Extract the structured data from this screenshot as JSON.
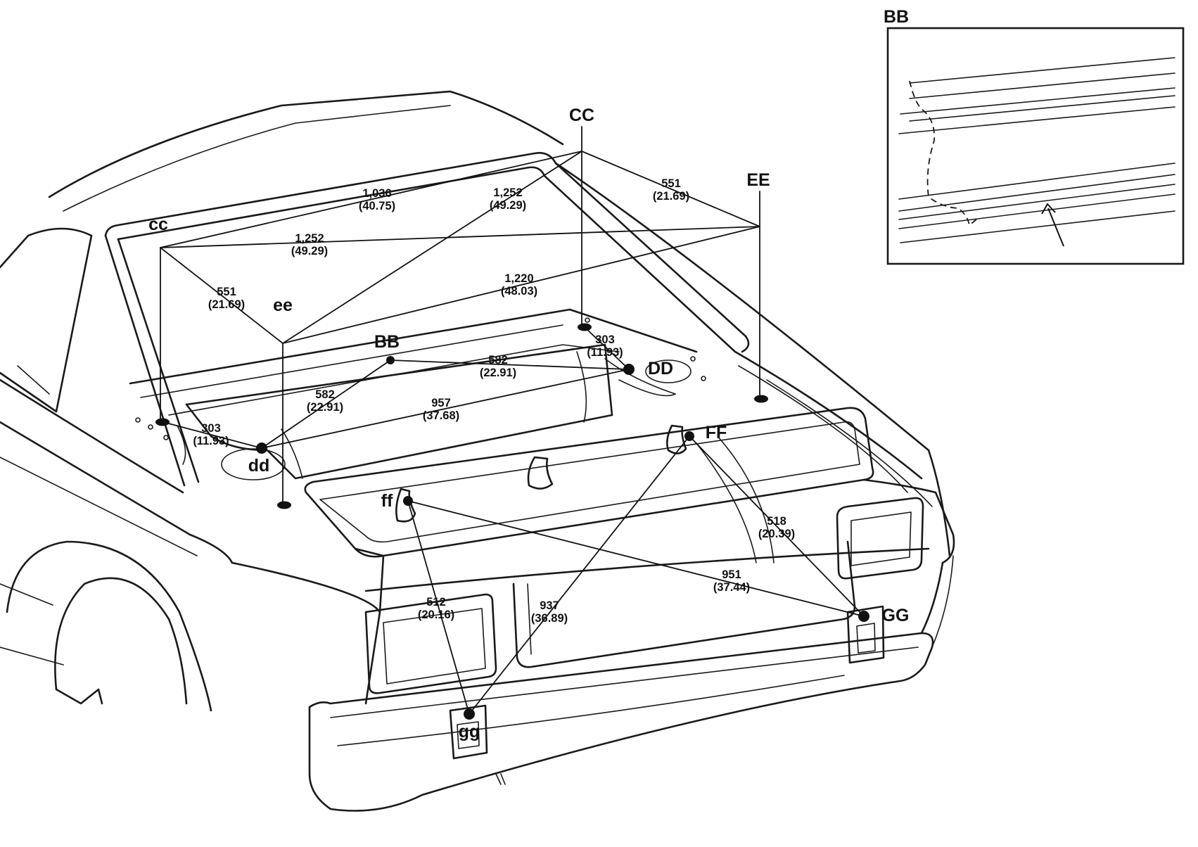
{
  "point_labels": {
    "CC": "CC",
    "cc": "cc",
    "EE": "EE",
    "ee": "ee",
    "BB": "BB",
    "DD": "DD",
    "dd": "dd",
    "FF": "FF",
    "ff": "ff",
    "GG": "GG",
    "gg": "gg"
  },
  "dimensions": [
    {
      "id": "cc-CC",
      "mm": "1,036",
      "in": "(40.75)"
    },
    {
      "id": "CC-ee",
      "mm": "1,252",
      "in": "(49.29)"
    },
    {
      "id": "CC-EE",
      "mm": "551",
      "in": "(21.69)"
    },
    {
      "id": "cc-EE",
      "mm": "1,252",
      "in": "(49.29)"
    },
    {
      "id": "cc-ee",
      "mm": "551",
      "in": "(21.69)"
    },
    {
      "id": "ee-EE",
      "mm": "1,220",
      "in": "(48.03)"
    },
    {
      "id": "CC-DD",
      "mm": "303",
      "in": "(11.93)"
    },
    {
      "id": "BB-DD",
      "mm": "582",
      "in": "(22.91)"
    },
    {
      "id": "BB-dd",
      "mm": "582",
      "in": "(22.91)"
    },
    {
      "id": "dd-DD",
      "mm": "957",
      "in": "(37.68)"
    },
    {
      "id": "cc-dd",
      "mm": "303",
      "in": "(11.93)"
    },
    {
      "id": "FF-GG",
      "mm": "518",
      "in": "(20.39)"
    },
    {
      "id": "ff-GG",
      "mm": "951",
      "in": "(37.44)"
    },
    {
      "id": "ff-gg",
      "mm": "512",
      "in": "(20.16)"
    },
    {
      "id": "FF-gg",
      "mm": "937",
      "in": "(36.89)"
    }
  ],
  "inset": {
    "label": "BB"
  }
}
